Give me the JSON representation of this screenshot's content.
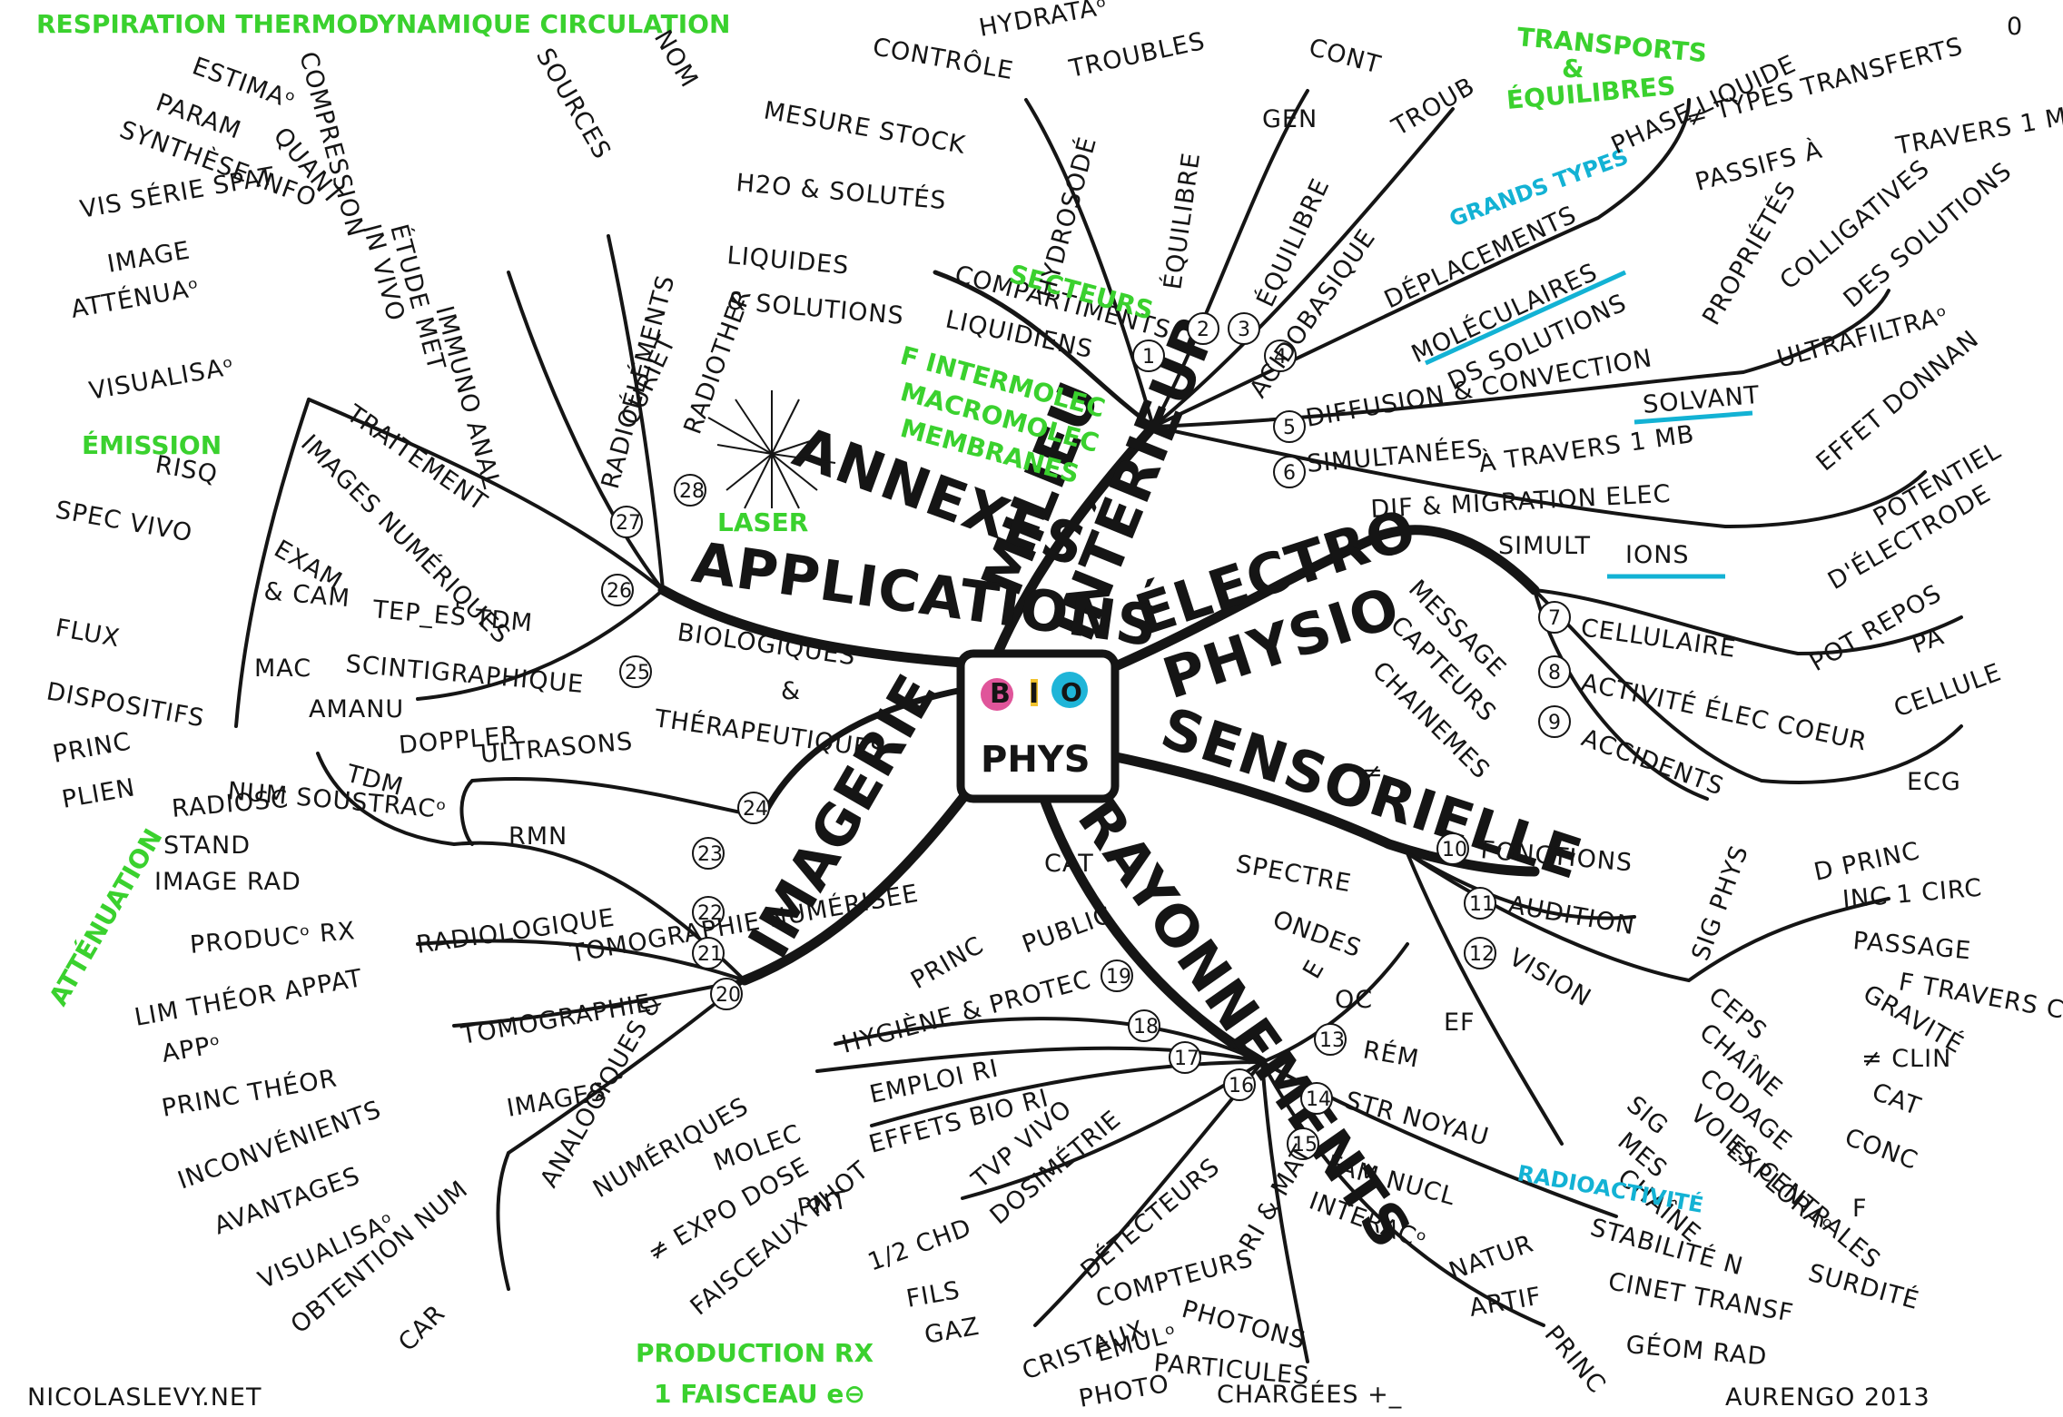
{
  "header": {
    "title": "RESPIRATION THERMODYNAMIQUE CIRCULATION",
    "corner_mark": "0"
  },
  "footer": {
    "site": "NICOLASLEVY.NET",
    "author": "AURENGO 2013"
  },
  "center": {
    "letters_bio": [
      "B",
      "I",
      "O"
    ],
    "label": "PHYS",
    "colors": {
      "b": "#e0559a",
      "o": "#1fb5d8",
      "i": "#f2c32e"
    }
  },
  "main_branches": {
    "milieu": "MILIEU",
    "interieur": "INTÉRIEUR",
    "electro": "ÉLECTRO",
    "physio": "PHYSIO",
    "sensorielle": "SENSORIELLE",
    "rayonnements": "RAYONNEMENTS",
    "imagerie": "IMAGERIE",
    "applications": "APPLICATIONS",
    "biologiques": "BIOLOGIQUES",
    "et": "&",
    "therapeutiques": "THÉRAPEUTIQUES",
    "annexes": "ANNEXES"
  },
  "milieu": {
    "liquidiens": "LIQUIDIENS",
    "compartiments": "COMPARTIMENTS",
    "secteurs": "SECTEURS",
    "f_intermolec": "F INTERMOLEC",
    "macromolec": "MACROMOLEC",
    "membranes": "MEMBRANES",
    "liquides": "LIQUIDES",
    "solutions": "& SOLUTIONS",
    "h2o": "H2O & SOLUTÉS",
    "mesure": "MESURE STOCK",
    "hydrosode": "HYDROSODÉ",
    "controle": "CONTRÔLE",
    "hydratation": "HYDRATAᵒ",
    "troubles": "TROUBLES",
    "equilibre": "ÉQUILIBRE",
    "n1": "1",
    "n2": "2",
    "n3": "3",
    "n4": "4",
    "n5": "5",
    "n6": "6",
    "equilibre2": "ÉQUILIBRE",
    "acidobasique": "ACIDOBASIQUE",
    "gen": "GEN",
    "cont": "CONT",
    "troub": "TROUB",
    "transports": "TRANSPORTS",
    "et_green": "&",
    "equilibres": "ÉQUILIBRES",
    "grands_types": "GRANDS TYPES",
    "deplacements": "DÉPLACEMENTS",
    "moleculaires": "MOLÉCULAIRES",
    "ds_solutions": "DS SOLUTIONS",
    "phase_liquide": "PHASE LIQUIDE",
    "types_transferts": "≠ TYPES TRANSFERTS",
    "passifs": "PASSIFS À",
    "travers": "TRAVERS 1 MB",
    "diffusion": "DIFFUSION & CONVECTION",
    "proprietes": "PROPRIÉTÉS",
    "colligatives": "COLLIGATIVES",
    "des_solutions": "DES SOLUTIONS",
    "ultrafiltra": "ULTRAFILTRAᵒ",
    "simultanees": "SIMULTANÉES",
    "solvant": "SOLVANT",
    "a_travers": "À TRAVERS 1 MB",
    "dif_migration": "DIF & MIGRATION ELEC",
    "simult": "SIMULT",
    "ions": "IONS",
    "effet_donnan": "EFFET DONNAN",
    "potentiel": "POTENTIEL",
    "electrode": "D'ÉLECTRODE",
    "pot_repos": "POT REPOS",
    "pa": "PA"
  },
  "electro": {
    "cellulaire": "CELLULAIRE",
    "activite": "ACTIVITÉ ÉLEC COEUR",
    "accidents": "ACCIDENTS",
    "n7": "7",
    "n8": "8",
    "n9": "9",
    "cellule": "CELLULE",
    "ecg": "ECG"
  },
  "sensorielle": {
    "neq": "≠",
    "message": "MESSAGE",
    "capteurs": "CAPTEURS",
    "chainemes": "CHAINEMES",
    "fonctions": "FONCTIONS",
    "audition": "AUDITION",
    "vision": "VISION",
    "n10": "10",
    "n11": "11",
    "n12": "12",
    "ef": "EF",
    "sig": "SIG",
    "mes": "MES",
    "chaine": "CHAÎNE",
    "signaux": "SIG PHYS",
    "ceps": "CEPS",
    "chaine2": "CHAÎNE",
    "codage": "CODAGE",
    "voies": "VOIES CENTRALES",
    "exploration": "EXPLORAᵒ",
    "f": "F",
    "dprinc": "D PRINC",
    "inc": "INC 1 CIRC",
    "passage": "PASSAGE",
    "travers_caps": "F TRAVERS CAPS",
    "gravite": "GRAVITÉ",
    "clin": "≠ CLIN",
    "cat": "CAT",
    "conc": "CONC",
    "surdite": "SURDITÉ"
  },
  "rayonnements": {
    "spectre": "SPECTRE",
    "ondes": "ONDES",
    "e": "E",
    "oc": "OC",
    "rem": "RÉM",
    "n13": "13",
    "n14": "14",
    "n15": "15",
    "n16": "16",
    "n17": "17",
    "n18": "18",
    "n19": "19",
    "str_noyau": "STR NOYAU",
    "fam_nucl": "FAM NUCL",
    "radioactivite": "RADIOACTIVITÉ",
    "stabilite": "STABILITÉ N",
    "cinet": "CINET TRANSF",
    "geom": "GÉOM RAD",
    "princ": "PRINC",
    "natur": "NATUR",
    "artif": "ARTIF",
    "interaco": "INTERACᵒ",
    "ri_mat": "RI & MAT",
    "photons": "PHOTONS",
    "particules": "PARTICULES",
    "charges": "CHARGÉES +_",
    "detecteurs": "DÉTECTEURS",
    "compteurs": "COMPTEURS",
    "emulo": "ÉMULᵒ",
    "cristaux": "CRISTAUX",
    "photo": "PHOTO",
    "dosimetrie": "DOSIMÉTRIE",
    "tvp_vivo": "TVP VIVO",
    "effets": "EFFETS BIO RI",
    "emploi": "EMPLOI RI",
    "hygiene": "HYGIÈNE & PROTEC",
    "public": "PUBLIC",
    "princ2": "PRINC",
    "cat": "CAT"
  },
  "imagerie": {
    "n20": "20",
    "n21": "21",
    "n22": "22",
    "n23": "23",
    "n24": "24",
    "n25": "25",
    "tomographie": "TOMOGRAPHIE",
    "tomo_num": "TOMOGRAPHIE NUMÉRISÉE",
    "images": "IMAGES",
    "analogiques": "ANALOGIQUES &",
    "numeriques": "NUMÉRIQUES",
    "radiologique": "RADIOLOGIQUE",
    "rmn": "RMN",
    "ultrasons": "ULTRASONS",
    "doppler": "DOPPLER",
    "tdm": "TDM",
    "scintigraphique": "SCINTIGRAPHIQUE",
    "prod_rx": "PRODUCᵒ RX",
    "attenuation": "ATTÉNUATION",
    "lim": "LIM THÉOR APPAT",
    "app": "APPᵒ",
    "princ_theor": "PRINC THÉOR",
    "inconvenients": "INCONVÉNIENTS",
    "avantages": "AVANTAGES",
    "visualisa": "VISUALISAᵒ",
    "obtention": "OBTENTION NUM",
    "car": "CAR",
    "num": "NUM SOUSTRACᵒ",
    "radiosc": "RADIOSC",
    "stand": "STAND",
    "image_rad": "IMAGE RAD",
    "production_rx": "PRODUCTION RX",
    "faisceau": "1 FAISCEAU e⊖",
    "faisceaux": "FAISCEAUX PHOT",
    "couche": "1/2 CHD",
    "fils": "FILS",
    "gaz": "GAZ",
    "expo": "≠ EXPO DOSE",
    "pnt": "PNT",
    "molec": "MOLEC"
  },
  "applications": {
    "n26": "26",
    "n27": "27",
    "n28": "28",
    "traitement": "TRAITEMENT",
    "images_num": "IMAGES NUMÉRIQUES",
    "tep": "TEP_ES TDM",
    "cam": "& CAM",
    "exam": "EXAM",
    "mac": "MAC",
    "amanu": "AMANU",
    "radioelements": "RADIOÉLÉMENTS",
    "curiet": "CURIET",
    "radiother": "RADIOTHER",
    "immuno": "IMMUNO ANAL",
    "etude": "ÉTUDE MET",
    "vivo": "IN VIVO",
    "laser": "LASER",
    "emission": "ÉMISSION",
    "risq": "RISQ",
    "spec": "SPEC VIVO",
    "flux": "FLUX",
    "dispo": "DISPOSITIFS",
    "princ": "PRINC",
    "plien": "PLIEN",
    "visualisa": "VISUALISAᵒ",
    "attenua": "ATTÉNUAᵒ",
    "image": "IMAGE",
    "vis_serie": "VIS SÉRIE SPAT",
    "synthese": "SYNTHÈSE INFO",
    "param": "PARAM",
    "estimation": "ESTIMAᵒ",
    "compression": "COMPRESSION",
    "quant": "QUANT",
    "sources": "SOURCES",
    "nom": "NOM"
  }
}
